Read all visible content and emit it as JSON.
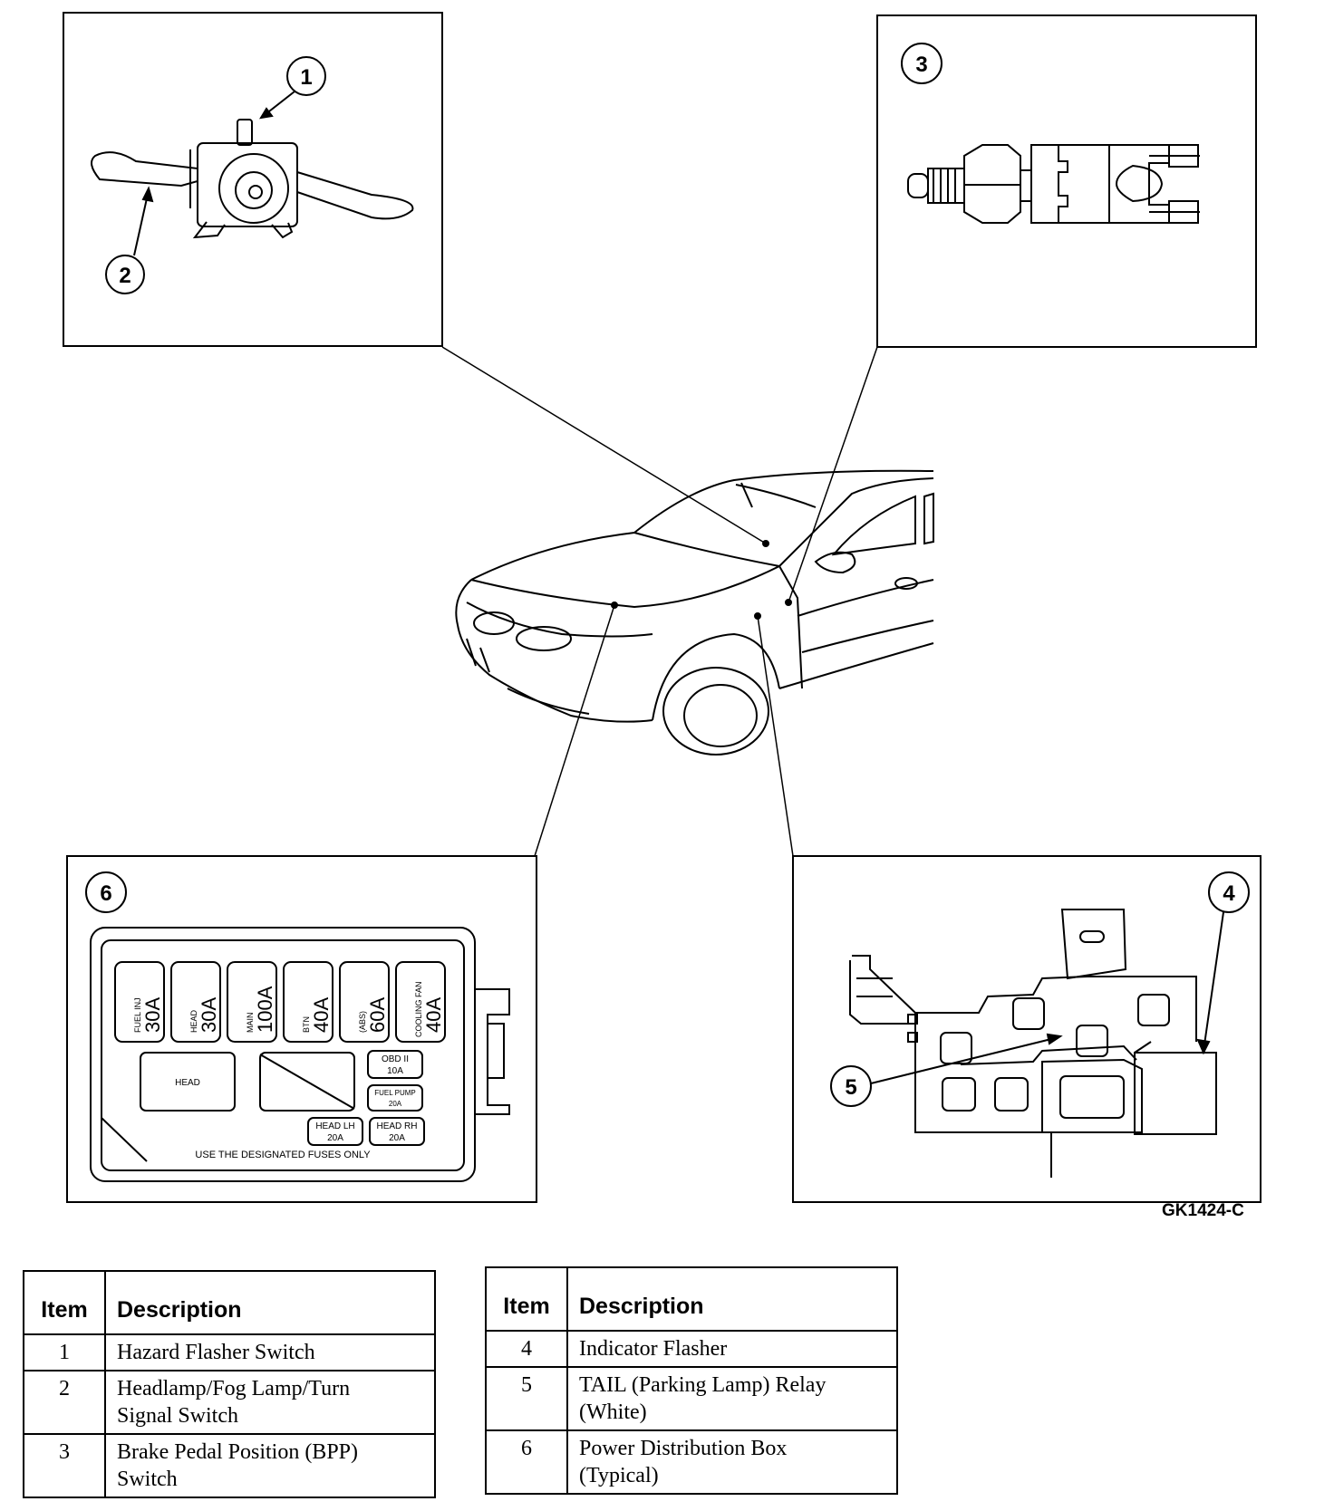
{
  "callouts": [
    "1",
    "2",
    "3",
    "4",
    "5",
    "6"
  ],
  "fuse_box": {
    "fuses": [
      {
        "name": "FUEL INJ",
        "amp": "30A"
      },
      {
        "name": "HEAD",
        "amp": "30A"
      },
      {
        "name": "MAIN",
        "amp": "100A"
      },
      {
        "name": "BTN",
        "amp": "40A"
      },
      {
        "name": "(ABS)",
        "amp": "60A"
      },
      {
        "name": "COOLING FAN",
        "amp": "40A"
      }
    ],
    "relay_label": "HEAD",
    "small_fuses": [
      {
        "name": "OBD II",
        "amp": "10A"
      },
      {
        "name": "FUEL PUMP",
        "amp": "20A"
      },
      {
        "name": "HEAD LH",
        "amp": "20A"
      },
      {
        "name": "HEAD RH",
        "amp": "20A"
      }
    ],
    "note": "USE THE DESIGNATED FUSES ONLY"
  },
  "figure_id": "GK1424-C",
  "tables": [
    {
      "header_item": "Item",
      "header_desc": "Description",
      "rows": [
        {
          "item": "1",
          "line1": "Hazard Flasher Switch",
          "line2": ""
        },
        {
          "item": "2",
          "line1": "Headlamp/Fog Lamp/Turn",
          "line2": "Signal Switch"
        },
        {
          "item": "3",
          "line1": "Brake Pedal Position (BPP)",
          "line2": "Switch"
        }
      ]
    },
    {
      "header_item": "Item",
      "header_desc": "Description",
      "rows": [
        {
          "item": "4",
          "line1": "Indicator Flasher",
          "line2": ""
        },
        {
          "item": "5",
          "line1": "TAIL (Parking Lamp) Relay",
          "line2": "(White)"
        },
        {
          "item": "6",
          "line1": "Power Distribution Box",
          "line2": "(Typical)"
        }
      ]
    }
  ]
}
